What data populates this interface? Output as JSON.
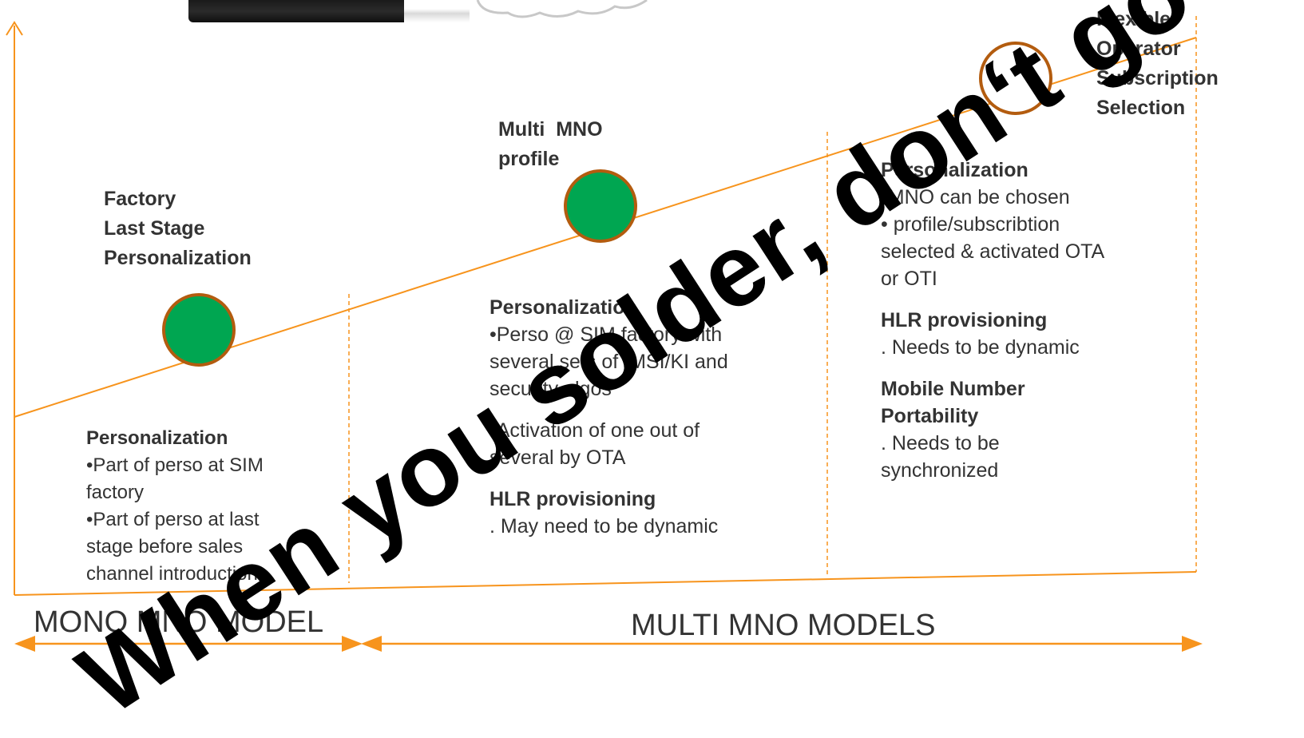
{
  "colors": {
    "orange_line": "#f7941d",
    "stage_fill": "#00a651",
    "stage_stroke": "#b35c0f",
    "text": "#333333"
  },
  "stages": {
    "factory": {
      "title_lines": [
        "Factory",
        "Last Stage",
        "Personalization"
      ]
    },
    "multi": {
      "title_lines": [
        "Multi  MNO",
        "profile"
      ]
    },
    "flexible": {
      "title_lines": [
        "Flexible",
        "Operator",
        "Subscription",
        "Selection"
      ]
    }
  },
  "panels": {
    "mono": {
      "heading": "Personalization",
      "lines": [
        "•Part of perso at SIM",
        "factory",
        "•Part of perso at last",
        "stage before sales",
        "channel introduction"
      ]
    },
    "multi": {
      "heading": "Personalization",
      "lines": [
        "•Perso @ SIM factory with",
        "several sets of IMSI/KI and",
        "security algos"
      ],
      "lines2": [
        "•Activation of one out of",
        "several by OTA"
      ],
      "hlr_heading": "HLR provisioning",
      "hlr_text": ". May need to be dynamic"
    },
    "flexible": {
      "heading": "Personalization",
      "lines": [
        "•MNO can be chosen",
        "• profile/subscribtion",
        "selected & activated OTA",
        "or OTI"
      ],
      "hlr_heading": "HLR provisioning",
      "hlr_text": ". Needs to be dynamic",
      "mnp_heading_lines": [
        "Mobile Number",
        "Portability"
      ],
      "mnp_lines": [
        ". Needs to be",
        "synchronized"
      ]
    }
  },
  "models": {
    "mono": "MONO MNO MODEL",
    "multi": "MULTI MNO MODELS"
  },
  "watermark": "When you solder, don‘t go"
}
